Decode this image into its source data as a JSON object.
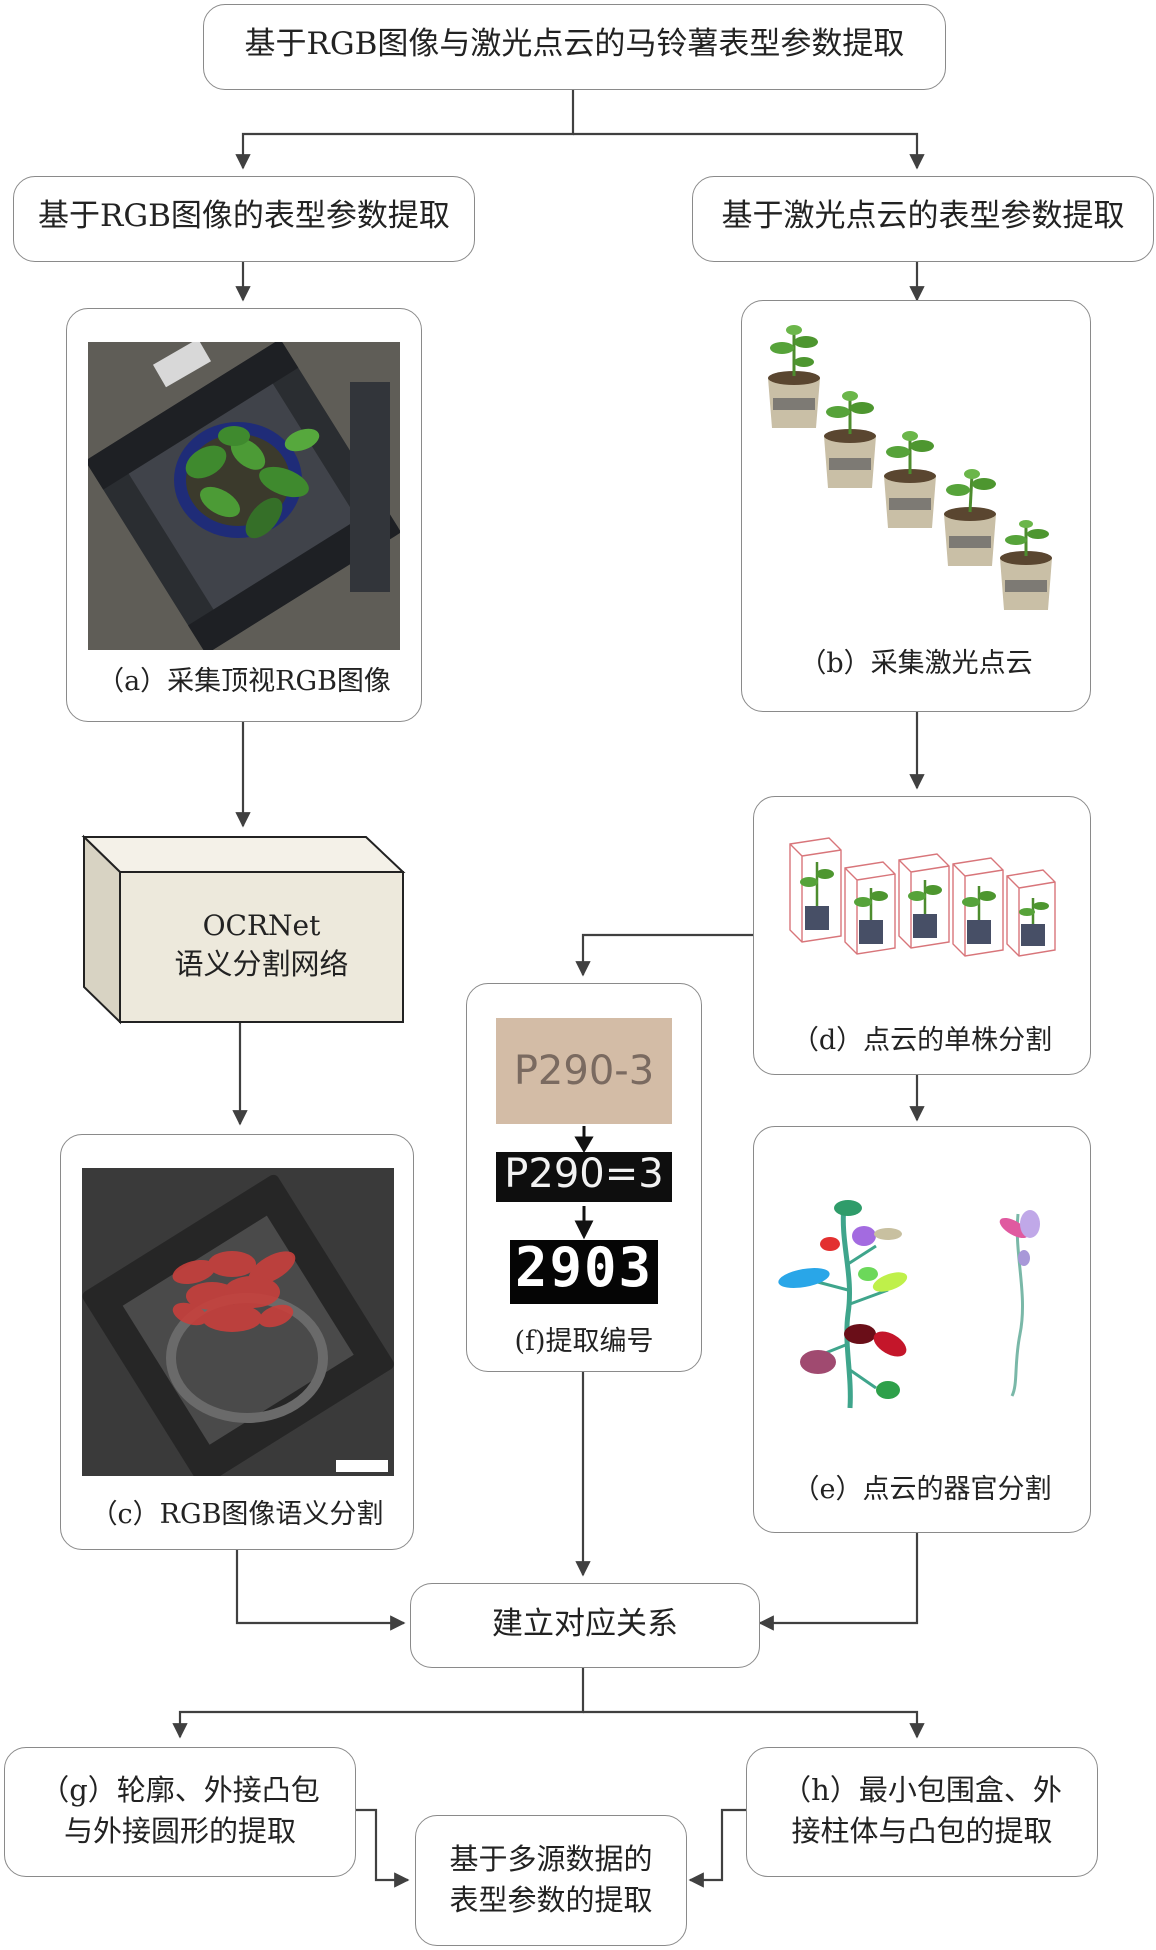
{
  "title": "基于RGB图像与激光点云的马铃薯表型参数提取",
  "left_branch": "基于RGB图像的表型参数提取",
  "right_branch": "基于激光点云的表型参数提取",
  "captions": {
    "a": "（a）采集顶视RGB图像",
    "b": "（b）采集激光点云",
    "c": "（c）RGB图像语义分割",
    "d": "（d）点云的单株分割",
    "e": "（e）点云的器官分割",
    "f": "(f)提取编号"
  },
  "network": {
    "name": "OCRNet",
    "desc": "语义分割网络"
  },
  "label_images": {
    "raw": "P290-3",
    "binarized": "P290=3",
    "digits": "2903"
  },
  "correspondence": "建立对应关系",
  "g_box": {
    "line1": "（g）轮廓、外接凸包",
    "line2": "与外接圆形的提取"
  },
  "h_box": {
    "line1": "（h）最小包围盒、外",
    "line2": "接柱体与凸包的提取"
  },
  "final_box": {
    "line1": "基于多源数据的",
    "line2": "表型参数的提取"
  },
  "colors": {
    "line": "#404040",
    "box_border": "#8a8a8a",
    "network_face": "#ede9dc",
    "segment_red": "#c8403c"
  }
}
